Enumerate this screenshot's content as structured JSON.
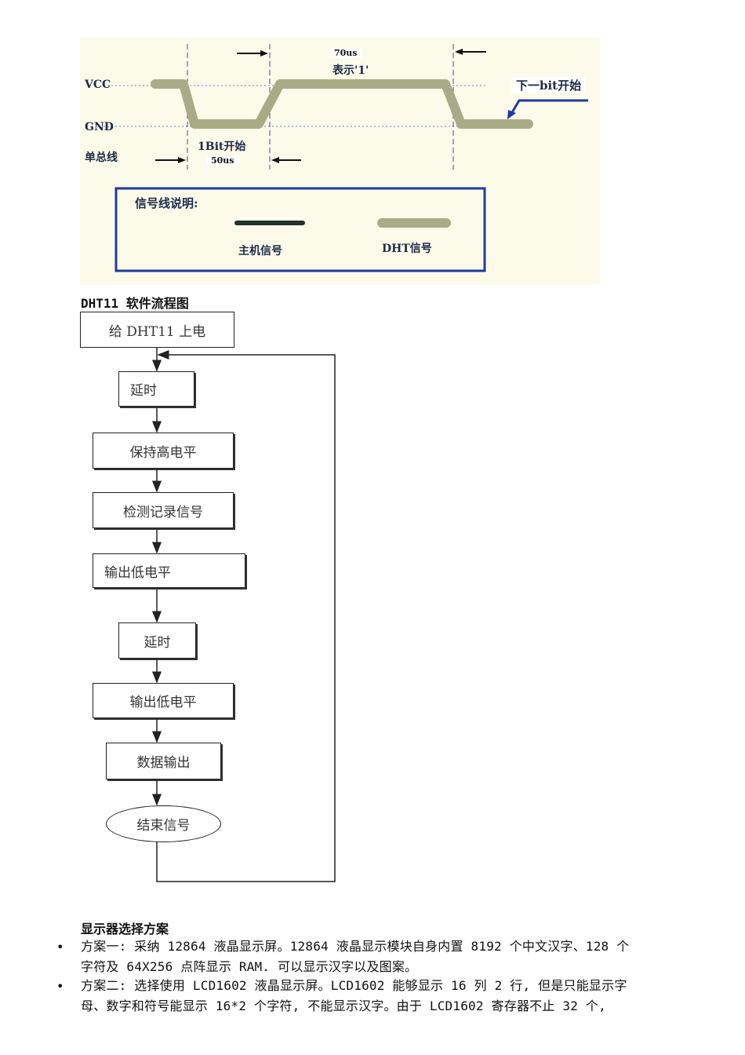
{
  "timing": {
    "vcc": "VCC",
    "gnd": "GND",
    "bus": "单总线",
    "us70": "70us",
    "means_one": "表示'1'",
    "next_bit": "下一bit开始",
    "bit_start": "1Bit开始",
    "us50": "50us",
    "legend_title": "信号线说明:",
    "legend_host": "主机信号",
    "legend_dht": "DHT信号",
    "colors": {
      "dht": "#a9ab86",
      "host": "#22302a",
      "frame": "#1f3a9e",
      "bg": "#fcfbe9"
    }
  },
  "flowchart": {
    "title": "DHT11 软件流程图",
    "steps": [
      "给 DHT11 上电",
      "延时",
      "保持高电平",
      "检测记录信号",
      "输出低电平",
      "延时",
      "输出低电平",
      "数据输出",
      "结束信号"
    ]
  },
  "section": {
    "heading": "显示器选择方案",
    "bullet_symbol": "•",
    "item1_line1": "方案一: 采纳 12864 液晶显示屏。12864 液晶显示模块自身内置 8192 个中文汉字、128 个",
    "item1_line2": "字符及 64X256 点阵显示 RAM. 可以显示汉字以及图案。",
    "item2_line1": " 方案二: 选择使用 LCD1602 液晶显示屏。LCD1602 能够显示 16 列 2 行, 但是只能显示字",
    "item2_line2": "母、数字和符号能显示 16*2 个字符, 不能显示汉字。由于 LCD1602 寄存器不止 32 个,"
  }
}
